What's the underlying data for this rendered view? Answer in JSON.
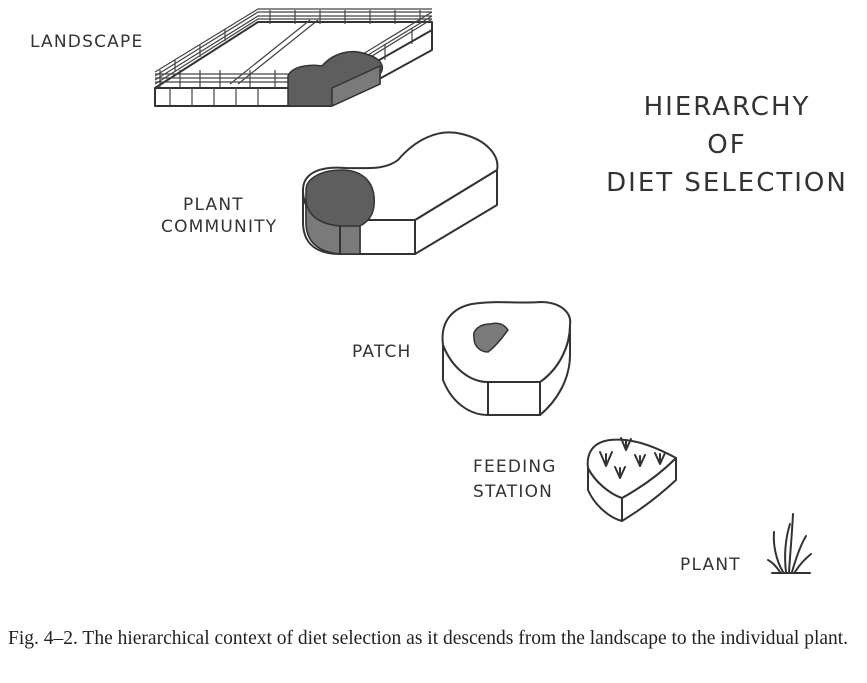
{
  "labels": {
    "landscape": "LANDSCAPE",
    "plant_community_line1": "PLANT",
    "plant_community_line2": "COMMUNITY",
    "patch": "PATCH",
    "feeding_station_line1": "FEEDING",
    "feeding_station_line2": "STATION",
    "plant": "PLANT"
  },
  "title": {
    "line1": "HIERARCHY",
    "line2": "OF",
    "line3": "DIET SELECTION"
  },
  "caption": "Fig. 4–2. The hierarchical context of diet selection as it descends from the landscape to the individual plant."
}
